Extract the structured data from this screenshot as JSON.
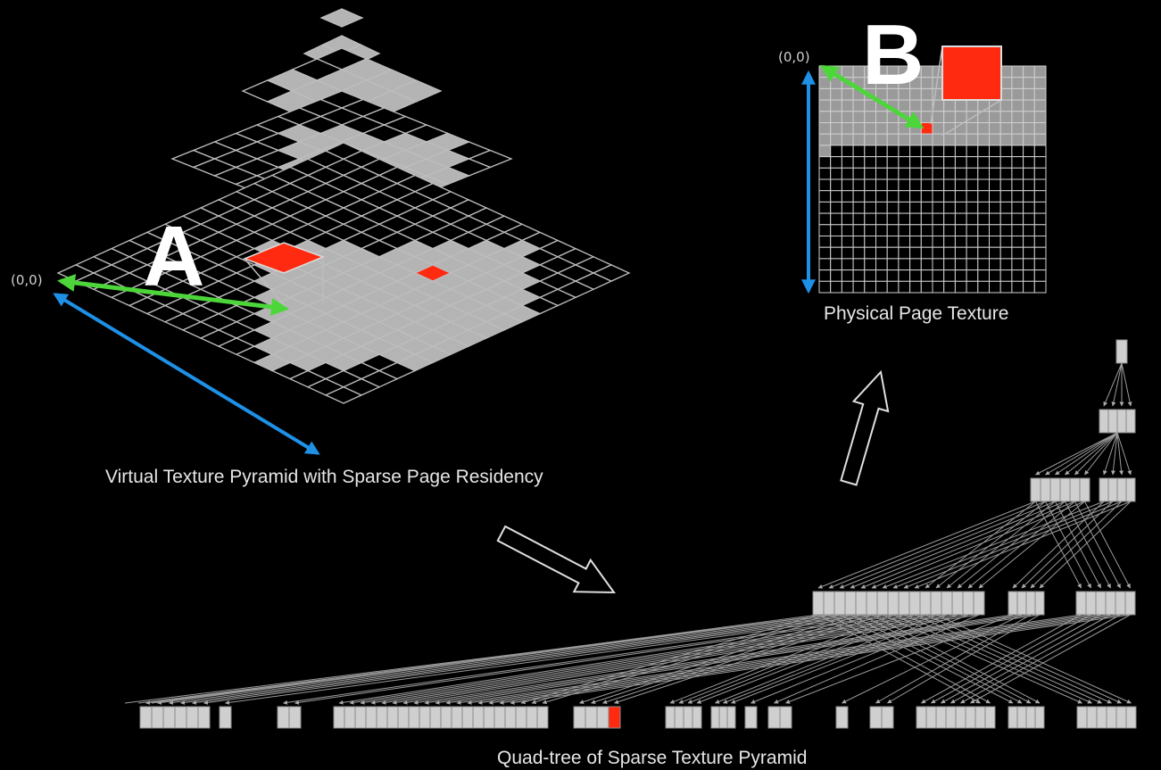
{
  "virtual": {
    "caption": "Virtual Texture Pyramid with Sparse Page Residency",
    "letter": "A",
    "origin_label": "(0,0)"
  },
  "physical": {
    "caption": "Physical Page Texture",
    "letter": "B",
    "origin_label": "(0,0)"
  },
  "quadtree": {
    "caption": "Quad-tree of Sparse Texture Pyramid"
  },
  "colors": {
    "background": "#000000",
    "grid_line": "#bdbdbd",
    "resident_page": "#b4b4b4",
    "highlight": "#ff2a10",
    "green_arrow": "#4cd63a",
    "blue_arrow": "#1e90e6",
    "text": "#e6e6e6"
  }
}
